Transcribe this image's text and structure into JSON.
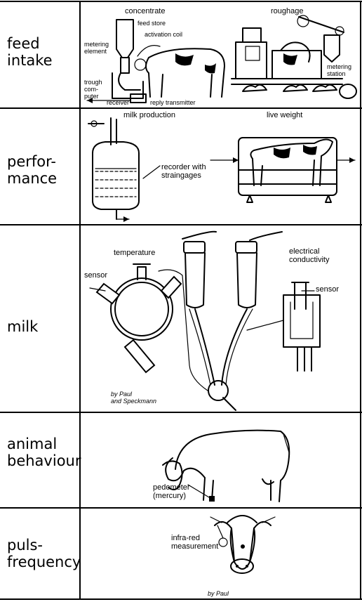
{
  "rows": [
    {
      "label_lines": [
        "feed",
        "intake"
      ]
    },
    {
      "label_lines": [
        "perfor-",
        "mance"
      ]
    },
    {
      "label_lines": [
        "milk"
      ]
    },
    {
      "label_lines": [
        "animal",
        "behaviour"
      ]
    },
    {
      "label_lines": [
        "puls-",
        "frequency"
      ]
    }
  ],
  "feed_intake": {
    "concentrate": "concentrate",
    "roughage": "roughage",
    "feed_store": "feed store",
    "activation_coil": "activation coil",
    "metering_element": [
      "metering",
      "element"
    ],
    "trough_computer": [
      "trough",
      "com-",
      "puter"
    ],
    "receiver": "receiver",
    "reply_transmitter": "reply transmitter",
    "metering_station": [
      "metering",
      "station"
    ]
  },
  "performance": {
    "milk_production": "milk production",
    "live_weight": "live weight",
    "recorder": [
      "recorder with",
      "straingages"
    ]
  },
  "milk": {
    "temperature": "temperature",
    "sensor_left": "sensor",
    "electrical_conductivity": [
      "electrical",
      "conductivity"
    ],
    "sensor_right": "sensor",
    "credit": [
      "by Paul",
      "and Speckmann"
    ]
  },
  "animal_behaviour": {
    "pedometer": [
      "pedometer",
      "(mercury)"
    ]
  },
  "puls_frequency": {
    "infrared": [
      "infra-red",
      "measurement"
    ],
    "credit": "by Paul"
  }
}
